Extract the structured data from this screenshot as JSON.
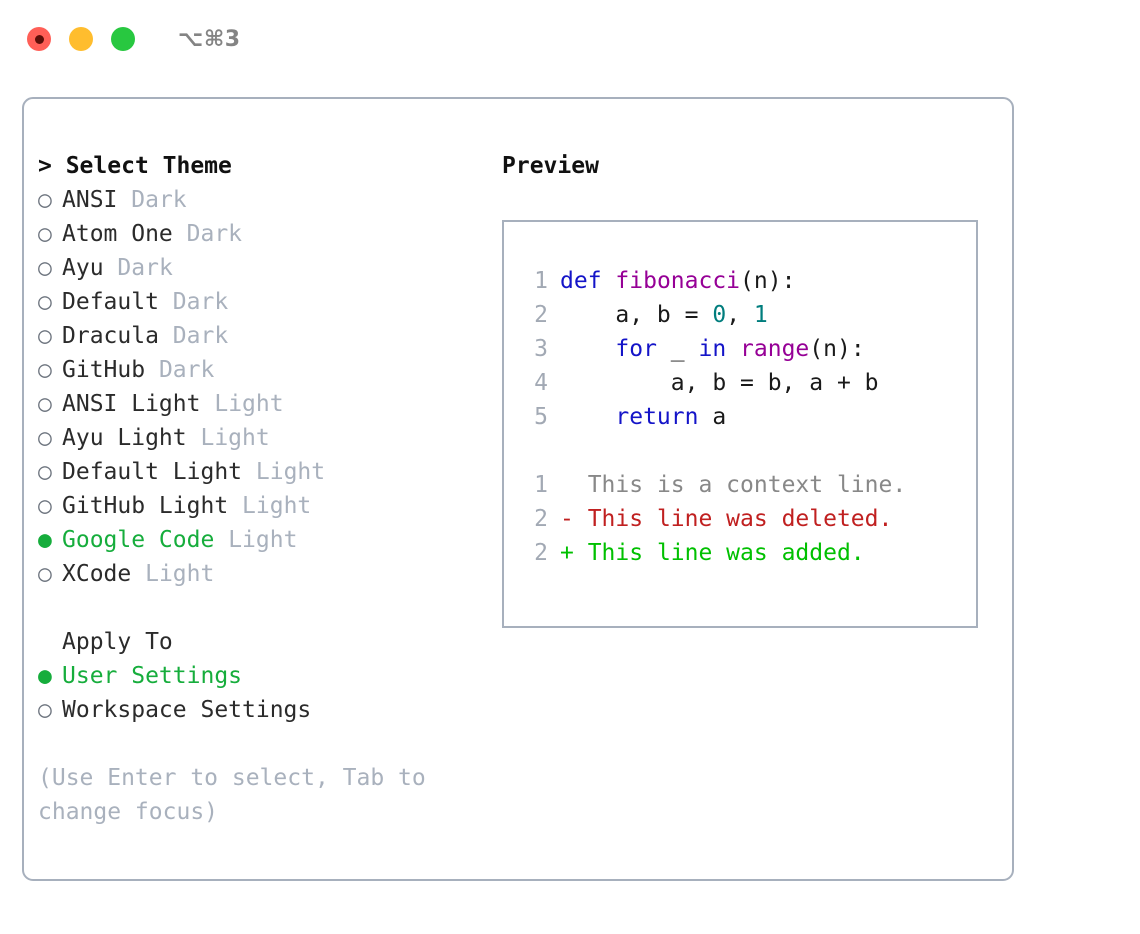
{
  "titlebar": {
    "shortcut": "⌥⌘3",
    "dots": [
      {
        "name": "close-button",
        "color": "#ff5f57"
      },
      {
        "name": "minimize-button",
        "color": "#ffbd2e"
      },
      {
        "name": "maximize-button",
        "color": "#28c840"
      }
    ]
  },
  "left": {
    "prompt": "> ",
    "heading": "Select Theme",
    "themes": [
      {
        "marker": "○",
        "name": "ANSI",
        "category": "Dark",
        "selected": false
      },
      {
        "marker": "○",
        "name": "Atom One",
        "category": "Dark",
        "selected": false
      },
      {
        "marker": "○",
        "name": "Ayu",
        "category": "Dark",
        "selected": false
      },
      {
        "marker": "○",
        "name": "Default",
        "category": "Dark",
        "selected": false
      },
      {
        "marker": "○",
        "name": "Dracula",
        "category": "Dark",
        "selected": false
      },
      {
        "marker": "○",
        "name": "GitHub",
        "category": "Dark",
        "selected": false
      },
      {
        "marker": "○",
        "name": "ANSI Light",
        "category": "Light",
        "selected": false
      },
      {
        "marker": "○",
        "name": "Ayu Light",
        "category": "Light",
        "selected": false
      },
      {
        "marker": "○",
        "name": "Default Light",
        "category": "Light",
        "selected": false
      },
      {
        "marker": "○",
        "name": "GitHub Light",
        "category": "Light",
        "selected": false
      },
      {
        "marker": "●",
        "name": "Google Code",
        "category": "Light",
        "selected": true
      },
      {
        "marker": "○",
        "name": "XCode",
        "category": "Light",
        "selected": false
      }
    ],
    "apply_to": {
      "heading": "Apply To",
      "options": [
        {
          "marker": "●",
          "name": "User Settings",
          "selected": true
        },
        {
          "marker": "○",
          "name": "Workspace Settings",
          "selected": false
        }
      ]
    },
    "hint": "(Use Enter to select, Tab to change focus)"
  },
  "right": {
    "heading": "Preview",
    "code": [
      {
        "n": "1",
        "tokens": [
          {
            "t": "def",
            "c": "kw"
          },
          {
            "t": " ",
            "c": "pl"
          },
          {
            "t": "fibonacci",
            "c": "fn"
          },
          {
            "t": "(n):",
            "c": "pl"
          }
        ]
      },
      {
        "n": "2",
        "tokens": [
          {
            "t": "    a, b = ",
            "c": "pl"
          },
          {
            "t": "0",
            "c": "num"
          },
          {
            "t": ", ",
            "c": "pl"
          },
          {
            "t": "1",
            "c": "num"
          }
        ]
      },
      {
        "n": "3",
        "tokens": [
          {
            "t": "    ",
            "c": "pl"
          },
          {
            "t": "for",
            "c": "kw"
          },
          {
            "t": " _ ",
            "c": "pl"
          },
          {
            "t": "in",
            "c": "kw"
          },
          {
            "t": " ",
            "c": "pl"
          },
          {
            "t": "range",
            "c": "fn"
          },
          {
            "t": "(n):",
            "c": "pl"
          }
        ]
      },
      {
        "n": "4",
        "tokens": [
          {
            "t": "        a, b = b, a + b",
            "c": "pl"
          }
        ]
      },
      {
        "n": "5",
        "tokens": [
          {
            "t": "    ",
            "c": "pl"
          },
          {
            "t": "return",
            "c": "kw"
          },
          {
            "t": " a",
            "c": "pl"
          }
        ]
      }
    ],
    "diff": [
      {
        "n": "1",
        "sign": " ",
        "text": " This is a context line.",
        "kind": "ctx"
      },
      {
        "n": "2",
        "sign": "-",
        "text": " This line was deleted.",
        "kind": "del"
      },
      {
        "n": "2",
        "sign": "+",
        "text": " This line was added.",
        "kind": "add"
      }
    ]
  },
  "colors": {
    "accent_green": "#16ad3c",
    "muted": "#a9b1bd",
    "border": "#a7b0bd",
    "keyword": "#1414c8",
    "function": "#960096",
    "number": "#007d7d",
    "diff_delete": "#c02020",
    "diff_add": "#00c000",
    "line_number": "#a2a9b4"
  }
}
